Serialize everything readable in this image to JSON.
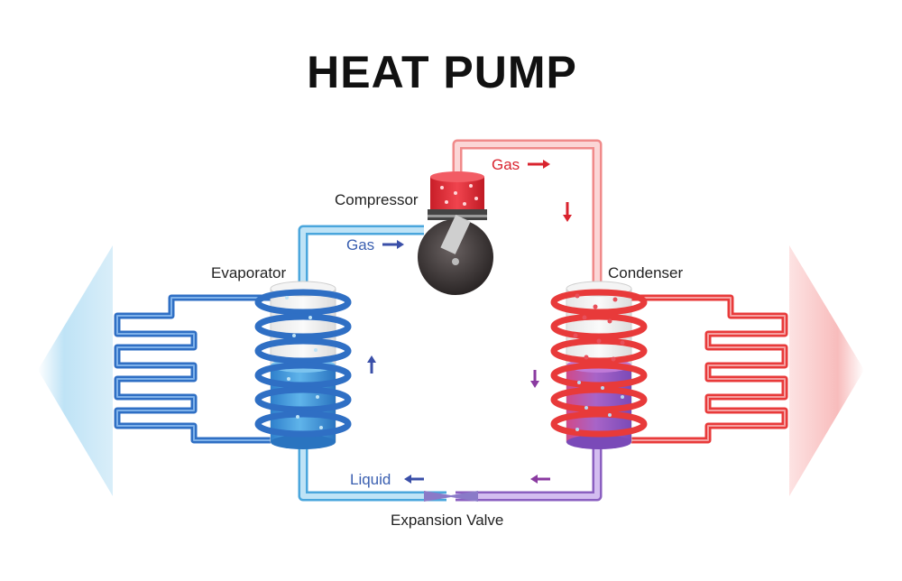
{
  "title": "HEAT PUMP",
  "labels": {
    "compressor": "Compressor",
    "evaporator": "Evaporator",
    "condenser": "Condenser",
    "gas_hot": "Gas",
    "gas_cold": "Gas",
    "liquid": "Liquid",
    "expansion_valve": "Expansion Valve"
  },
  "colors": {
    "title": "#111111",
    "text": "#222222",
    "cold_label": "#3a5fb0",
    "hot_label": "#d9232e",
    "cold_pipe": "#4aa6dc",
    "hot_pipe": "#f08a8a",
    "mixed_pipe": "#8a5fc0",
    "evaporator_coil": "#2f6fc4",
    "condenser_coil": "#e83a3a",
    "evaporator_liquid": "#3b8fd6",
    "condenser_liquid": "#9b5bc4",
    "compressor_body": "#3a3535",
    "compressor_top": "#e52b36",
    "arrow_cold": "#3a4fa8",
    "arrow_hot": "#d9232e",
    "arrow_mixed": "#8a3aa0"
  }
}
